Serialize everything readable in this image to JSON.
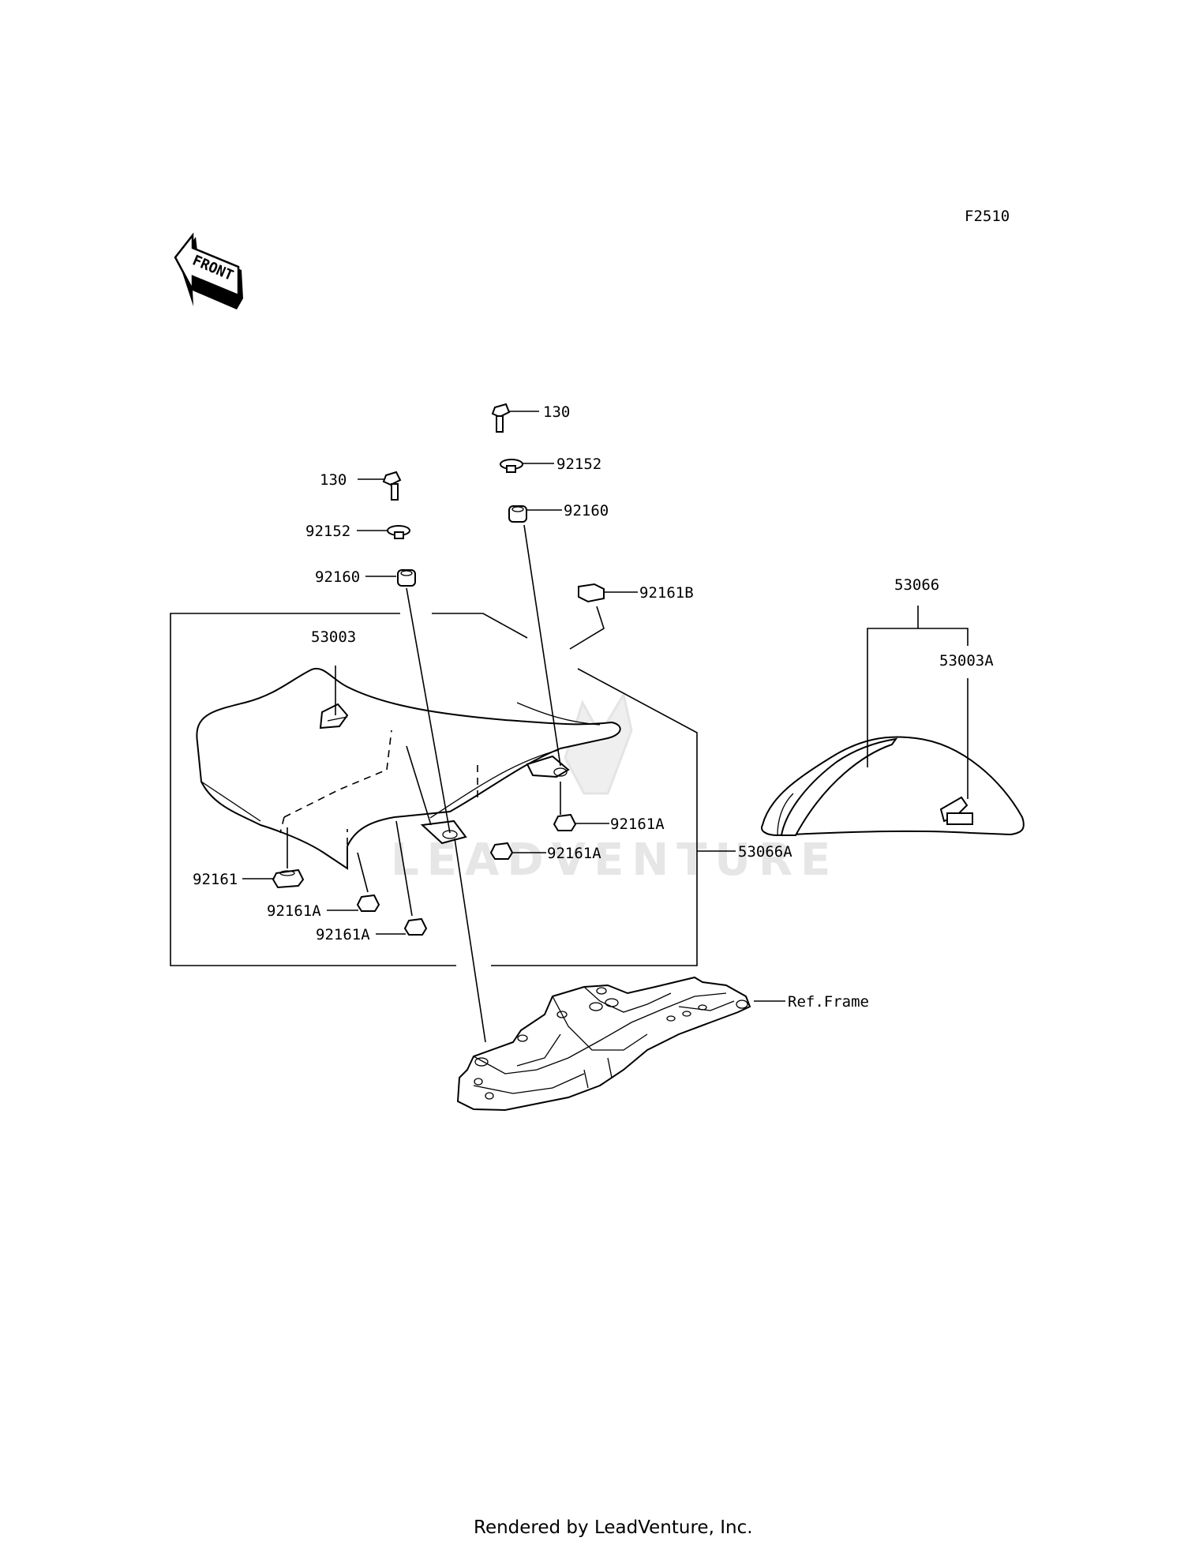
{
  "diagram": {
    "code": "F2510",
    "front_label": "FRONT",
    "watermark": "LEADVENTURE",
    "footer": "Rendered by LeadVenture, Inc."
  },
  "labels": {
    "bolt_right": "130",
    "washer_right": "92152",
    "damper_right": "92160",
    "bolt_left": "130",
    "washer_left": "92152",
    "damper_left": "92160",
    "damper_b": "92161B",
    "seat_front": "53003",
    "seat_rear_assy": "53066",
    "seat_rear": "53003A",
    "damper_a_1": "92161A",
    "damper_a_2": "92161A",
    "damper_plain": "92161",
    "damper_a_3": "92161A",
    "damper_a_4": "92161A",
    "seat_assy_a": "53066A",
    "ref_frame": "Ref.Frame"
  }
}
